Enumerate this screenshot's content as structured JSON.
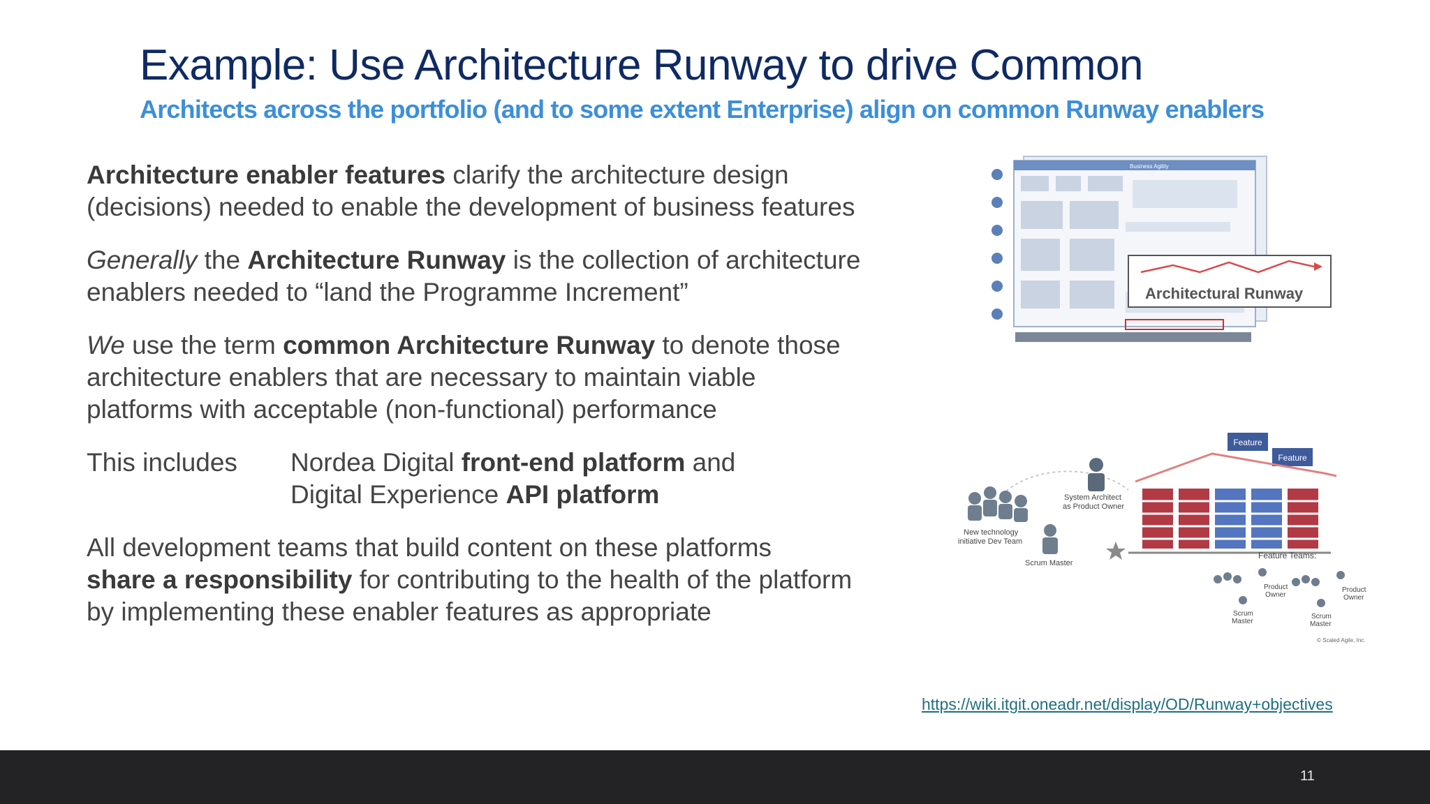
{
  "slide": {
    "title": "Example: Use Architecture Runway to drive Common",
    "subtitle": "Architects across the portfolio (and to some extent Enterprise) align on common Runway enablers",
    "paragraphs": {
      "p1": {
        "bold1": "Architecture enabler features",
        "text1": " clarify the architecture design",
        "line2": "(decisions) needed to enable the development of business features"
      },
      "p2": {
        "italic1": "Generally",
        "text1": " the ",
        "bold1": "Architecture Runway",
        "text2": " is the collection of architecture",
        "line2": "enablers needed to “land the Programme Increment”"
      },
      "p3": {
        "italic1": "We",
        "text1": " use the term ",
        "bold1": "common Architecture Runway",
        "text2": " to denote those",
        "line2": "architecture enablers that are necessary to maintain viable",
        "line3": "platforms with acceptable (non-functional) performance"
      },
      "p4": {
        "label": "This includes",
        "item1_text": "Nordea Digital ",
        "item1_bold": "front-end platform",
        "item1_tail": " and",
        "item2_text": "Digital Experience ",
        "item2_bold": "API platform"
      },
      "p5": {
        "line1": "All development teams that build content on these platforms",
        "bold1": "share a responsibility",
        "text1": " for contributing to the health of the platform",
        "line3": "by implementing these enabler features as appropriate"
      }
    },
    "link": "https://wiki.itgit.oneadr.net/display/OD/Runway+objectives",
    "page_number": "11"
  },
  "figure1": {
    "callout": "Architectural Runway",
    "header": "Business Agility"
  },
  "figure2": {
    "feature1": "Feature",
    "feature2": "Feature",
    "architect_line1": "System Architect",
    "architect_line2": "as Product Owner",
    "devteam_line1": "New technology",
    "devteam_line2": "initiative Dev Team",
    "scrum_master": "Scrum Master",
    "feature_teams": "Feature Teams:",
    "po_a1": "Product",
    "po_a2": "Owner",
    "sm_a1": "Scrum",
    "sm_a2": "Master",
    "po_b1": "Product",
    "po_b2": "Owner",
    "sm_b1": "Scrum",
    "sm_b2": "Master",
    "copyright": "© Scaled Agile, Inc."
  },
  "colors": {
    "title": "#0f2a63",
    "subtitle": "#3b8fd9",
    "body_text": "#444444",
    "footer": "#232326",
    "link": "#1e6f80"
  }
}
